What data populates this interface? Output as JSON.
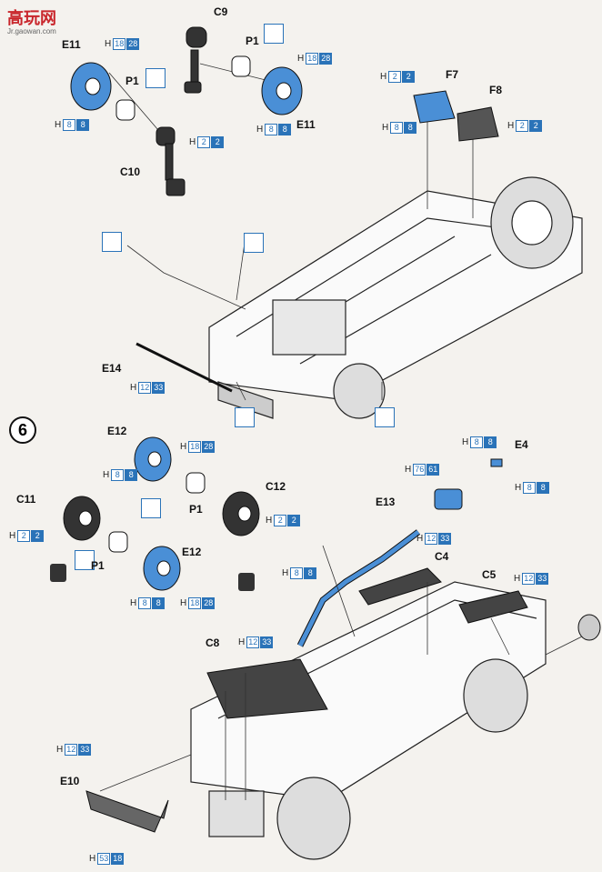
{
  "watermark": {
    "site": "高玩网",
    "url": "Jr.gaowan.com"
  },
  "step": "6",
  "labels": {
    "C9": "C9",
    "P1a": "P1",
    "E11a": "E11",
    "P1b": "P1",
    "E11b": "E11",
    "C10": "C10",
    "F7": "F7",
    "F8": "F8",
    "E14": "E14",
    "E12a": "E12",
    "C11": "C11",
    "P1c": "P1",
    "P1d": "P1",
    "E12b": "E12",
    "C12": "C12",
    "E13": "E13",
    "E4": "E4",
    "C4": "C4",
    "C5": "C5",
    "C8": "C8",
    "E10": "E10"
  },
  "codes": {
    "h18_28": {
      "h": "H",
      "a": "18",
      "b": "28"
    },
    "h8_8": {
      "h": "H",
      "a": "8",
      "b": "8"
    },
    "h2_2": {
      "h": "H",
      "a": "2",
      "b": "2"
    },
    "h12_33": {
      "h": "H",
      "a": "12",
      "b": "33"
    },
    "h76_61": {
      "h": "H",
      "a": "76",
      "b": "61"
    },
    "h53_18": {
      "h": "H",
      "a": "53",
      "b": "18"
    }
  },
  "colors": {
    "accent": "#2a73b8",
    "part_blue": "#4a8fd6",
    "ink": "#111111",
    "paper": "#f4f2ee"
  }
}
